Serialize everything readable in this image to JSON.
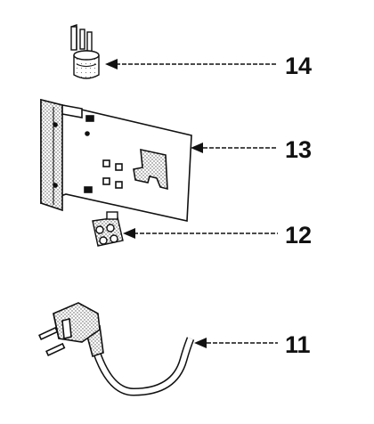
{
  "colors": {
    "ink": "#111111",
    "background": "#ffffff",
    "shade": "#888888"
  },
  "callouts": [
    {
      "number": "14",
      "part": "capacitor"
    },
    {
      "number": "13",
      "part": "mounting-plate"
    },
    {
      "number": "12",
      "part": "terminal-block"
    },
    {
      "number": "11",
      "part": "power-cord"
    }
  ]
}
